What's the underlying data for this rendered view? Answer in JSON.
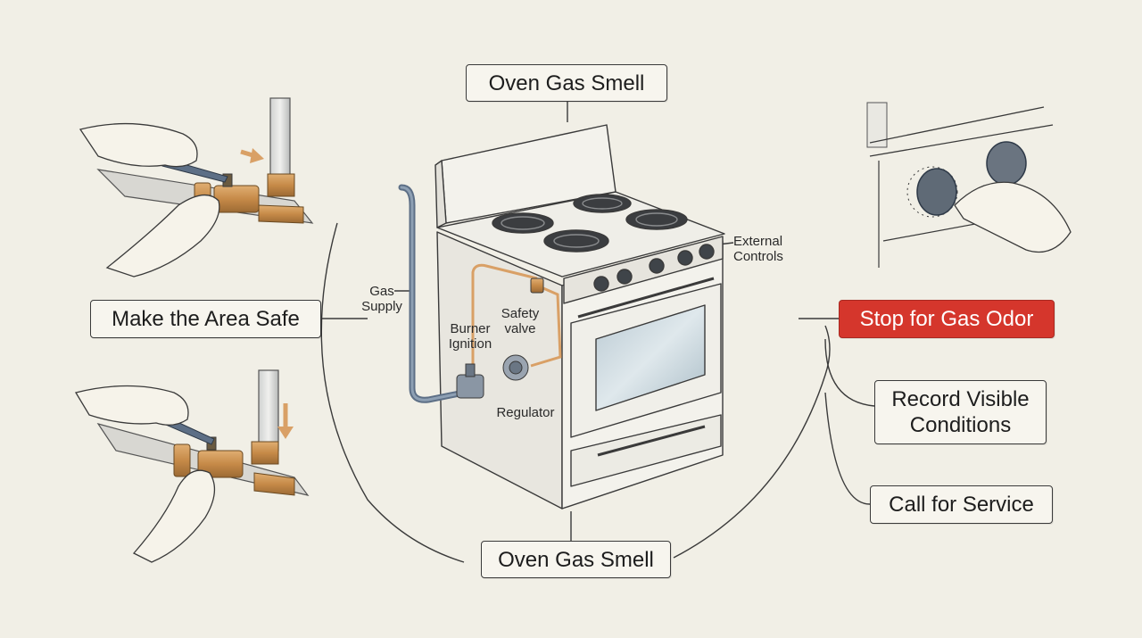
{
  "title_top": "Oven Gas Smell",
  "title_bottom": "Oven Gas Smell",
  "steps": {
    "make_safe": "Make the Area Safe",
    "stop_odor": "Stop for Gas Odor",
    "record": "Record Visible\nConditions",
    "call_service": "Call for Service"
  },
  "callouts": {
    "gas_supply": "Gas\nSupply",
    "burner_ignition": "Burner\nIgnition",
    "safety_valve": "Safety\nvalve",
    "regulator": "Regulator",
    "external_controls": "External\nControls"
  },
  "colors": {
    "background": "#f1efe6",
    "alert": "#d5362c",
    "brass": "#c9904e",
    "copper_line": "#d9a066",
    "ink": "#3a3a3a"
  },
  "icons": [
    "hand-valve-open-icon",
    "hand-valve-close-icon",
    "hand-knob-turn-icon",
    "stove-icon"
  ]
}
